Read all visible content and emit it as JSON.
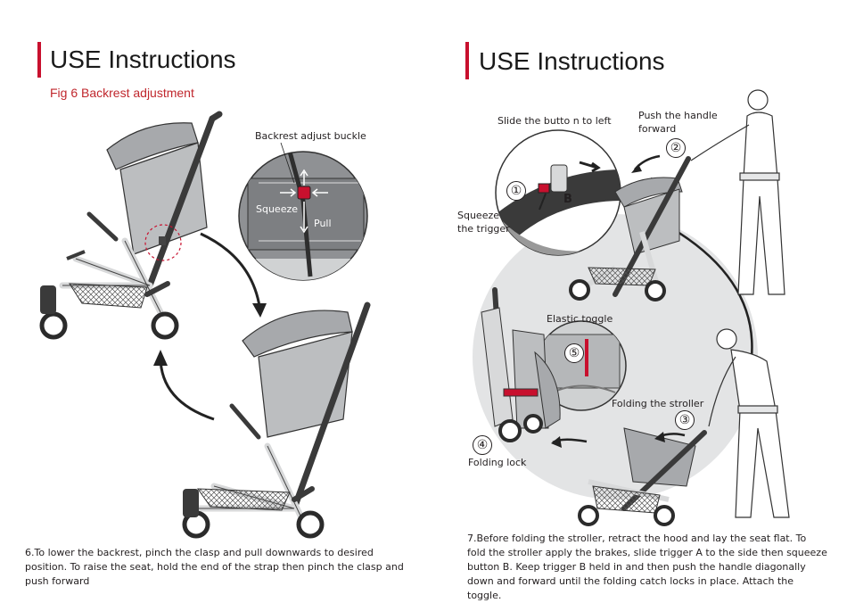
{
  "left": {
    "title": "USE Instructions",
    "subtitle": "Fig 6 Backrest adjustment",
    "labels": {
      "backrest_buckle": "Backrest adjust buckle",
      "squeeze": "Squeeze",
      "pull": "Pull"
    },
    "instruction": "6.To lower the backrest, pinch the clasp and pull downwards to desired position. To raise the seat, hold the end of the strap then pinch the clasp and push forward"
  },
  "right": {
    "title": "USE Instructions",
    "labels": {
      "slide_button": "Slide the butto n to left",
      "push_handle": "Push the handle\nforward",
      "squeeze_trigger": "Squeeze\nthe trigger",
      "elastic_toggle": "Elastic toggle",
      "folding_stroller": "Folding the stroller",
      "folding_lock": "Folding lock",
      "trigger_b": "B"
    },
    "steps": {
      "s1": "①",
      "s2": "②",
      "s3": "③",
      "s4": "④",
      "s5": "⑤"
    },
    "instruction": "7.Before folding the stroller, retract the hood and lay the seat flat.  To fold the stroller apply the brakes, slide trigger A to the side then squeeze button B. Keep trigger B held in and then push the handle diagonally down and forward until the folding catch locks in place. Attach the toggle."
  },
  "colors": {
    "accent": "#c8102e",
    "fabric": "#a7a9ac",
    "frame": "#e6e7e8",
    "dark": "#3a3a3a"
  }
}
